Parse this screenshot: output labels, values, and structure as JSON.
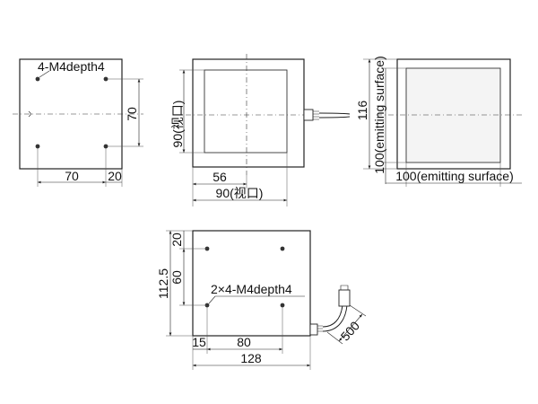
{
  "views": {
    "front": {
      "hole_note": "4-M4depth4",
      "dim_vertical_holes": "70",
      "dim_horizontal_holes": "70",
      "dim_edge": "20"
    },
    "side": {
      "dim_height_window": "90(视口)",
      "dim_width_inner": "56",
      "dim_width_window": "90(视口)"
    },
    "right": {
      "dim_height": "116",
      "dim_height_emitting": "100(emitting surface)",
      "dim_width_emitting": "100(emitting surface)"
    },
    "bottom": {
      "dim_top_offset": "20",
      "dim_hole_spacing_v": "60",
      "dim_total_height": "112.5",
      "hole_note": "2×4-M4depth4",
      "dim_left_offset": "15",
      "dim_hole_spacing_h": "80",
      "dim_total_width": "128",
      "dim_cable": "500"
    }
  }
}
